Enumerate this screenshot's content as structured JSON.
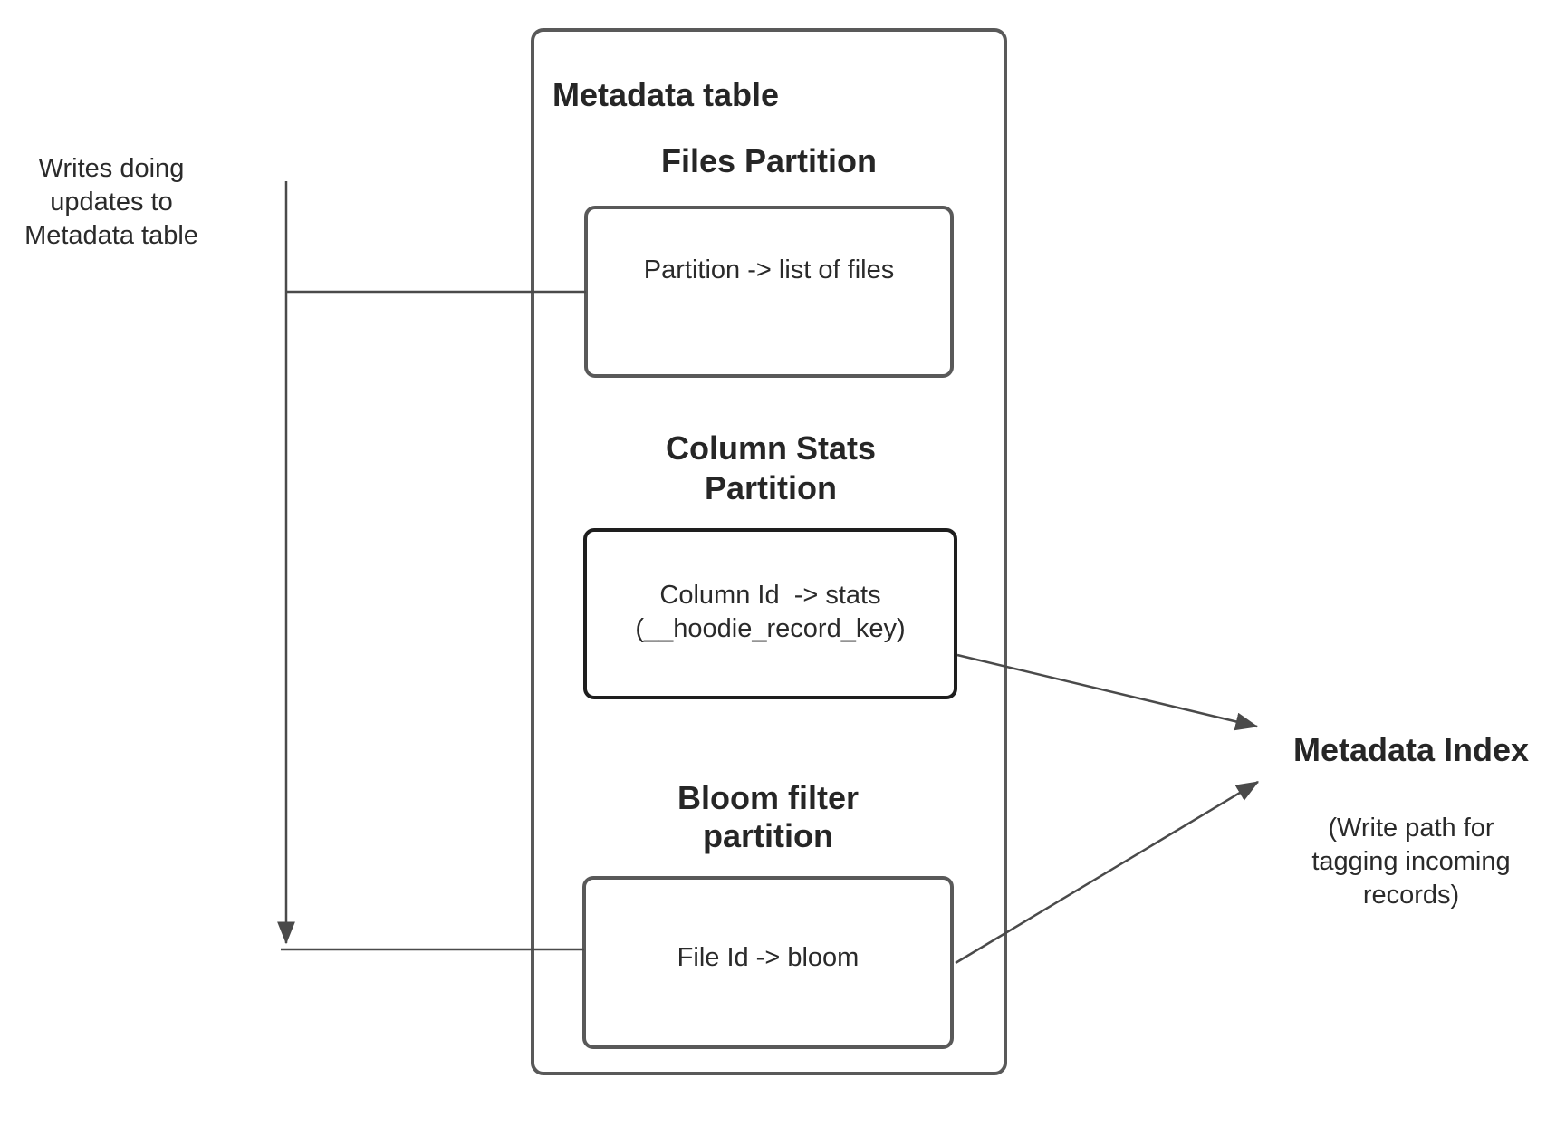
{
  "colors": {
    "background": "#ffffff",
    "box_border": "#595959",
    "strong_box_border": "#1e1e1e",
    "connector": "#4a4a4a",
    "text": "#2a2a2a"
  },
  "side_note": {
    "text": "Writes doing\nupdates to\nMetadata table"
  },
  "metadata_table": {
    "title": "Metadata table",
    "partitions": [
      {
        "heading": "Files Partition",
        "box_text": "Partition -> list of files"
      },
      {
        "heading": "Column Stats\nPartition",
        "box_text": "Column Id  -> stats\n(__hoodie_record_key)"
      },
      {
        "heading": "Bloom filter\npartition",
        "box_text": "File Id -> bloom"
      }
    ]
  },
  "metadata_index": {
    "title": "Metadata Index",
    "subtitle": "(Write path for\ntagging incoming\nrecords)"
  }
}
